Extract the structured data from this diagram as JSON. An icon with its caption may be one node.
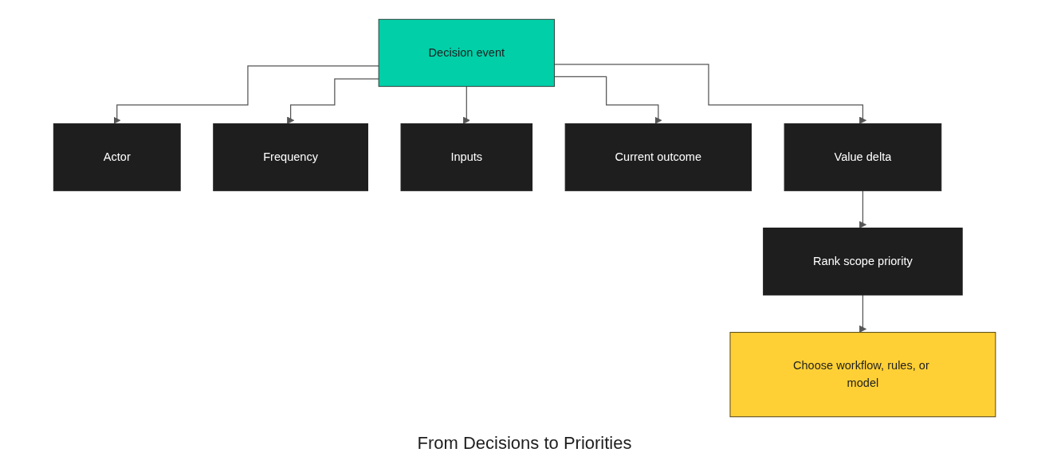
{
  "diagram": {
    "caption": "From Decisions to Priorities",
    "nodes": [
      {
        "text": [
          "Decision event"
        ]
      },
      {
        "text": [
          "Actor"
        ]
      },
      {
        "text": [
          "Frequency"
        ]
      },
      {
        "text": [
          "Inputs"
        ]
      },
      {
        "text": [
          "Current outcome"
        ]
      },
      {
        "text": [
          "Value delta"
        ]
      },
      {
        "text": [
          "Rank scope priority"
        ]
      },
      {
        "text": [
          "Choose workflow, rules, or model"
        ]
      }
    ],
    "edges": [
      {
        "from": 0,
        "to": 1,
        "arrow": "to"
      },
      {
        "from": 0,
        "to": 2,
        "arrow": "to"
      },
      {
        "from": 0,
        "to": 3,
        "arrow": "to"
      },
      {
        "from": 0,
        "to": 4,
        "arrow": "to"
      },
      {
        "from": 0,
        "to": 5,
        "arrow": "to"
      },
      {
        "from": 5,
        "to": 6,
        "arrow": "to"
      },
      {
        "from": 6,
        "to": 7,
        "arrow": "to"
      }
    ]
  }
}
